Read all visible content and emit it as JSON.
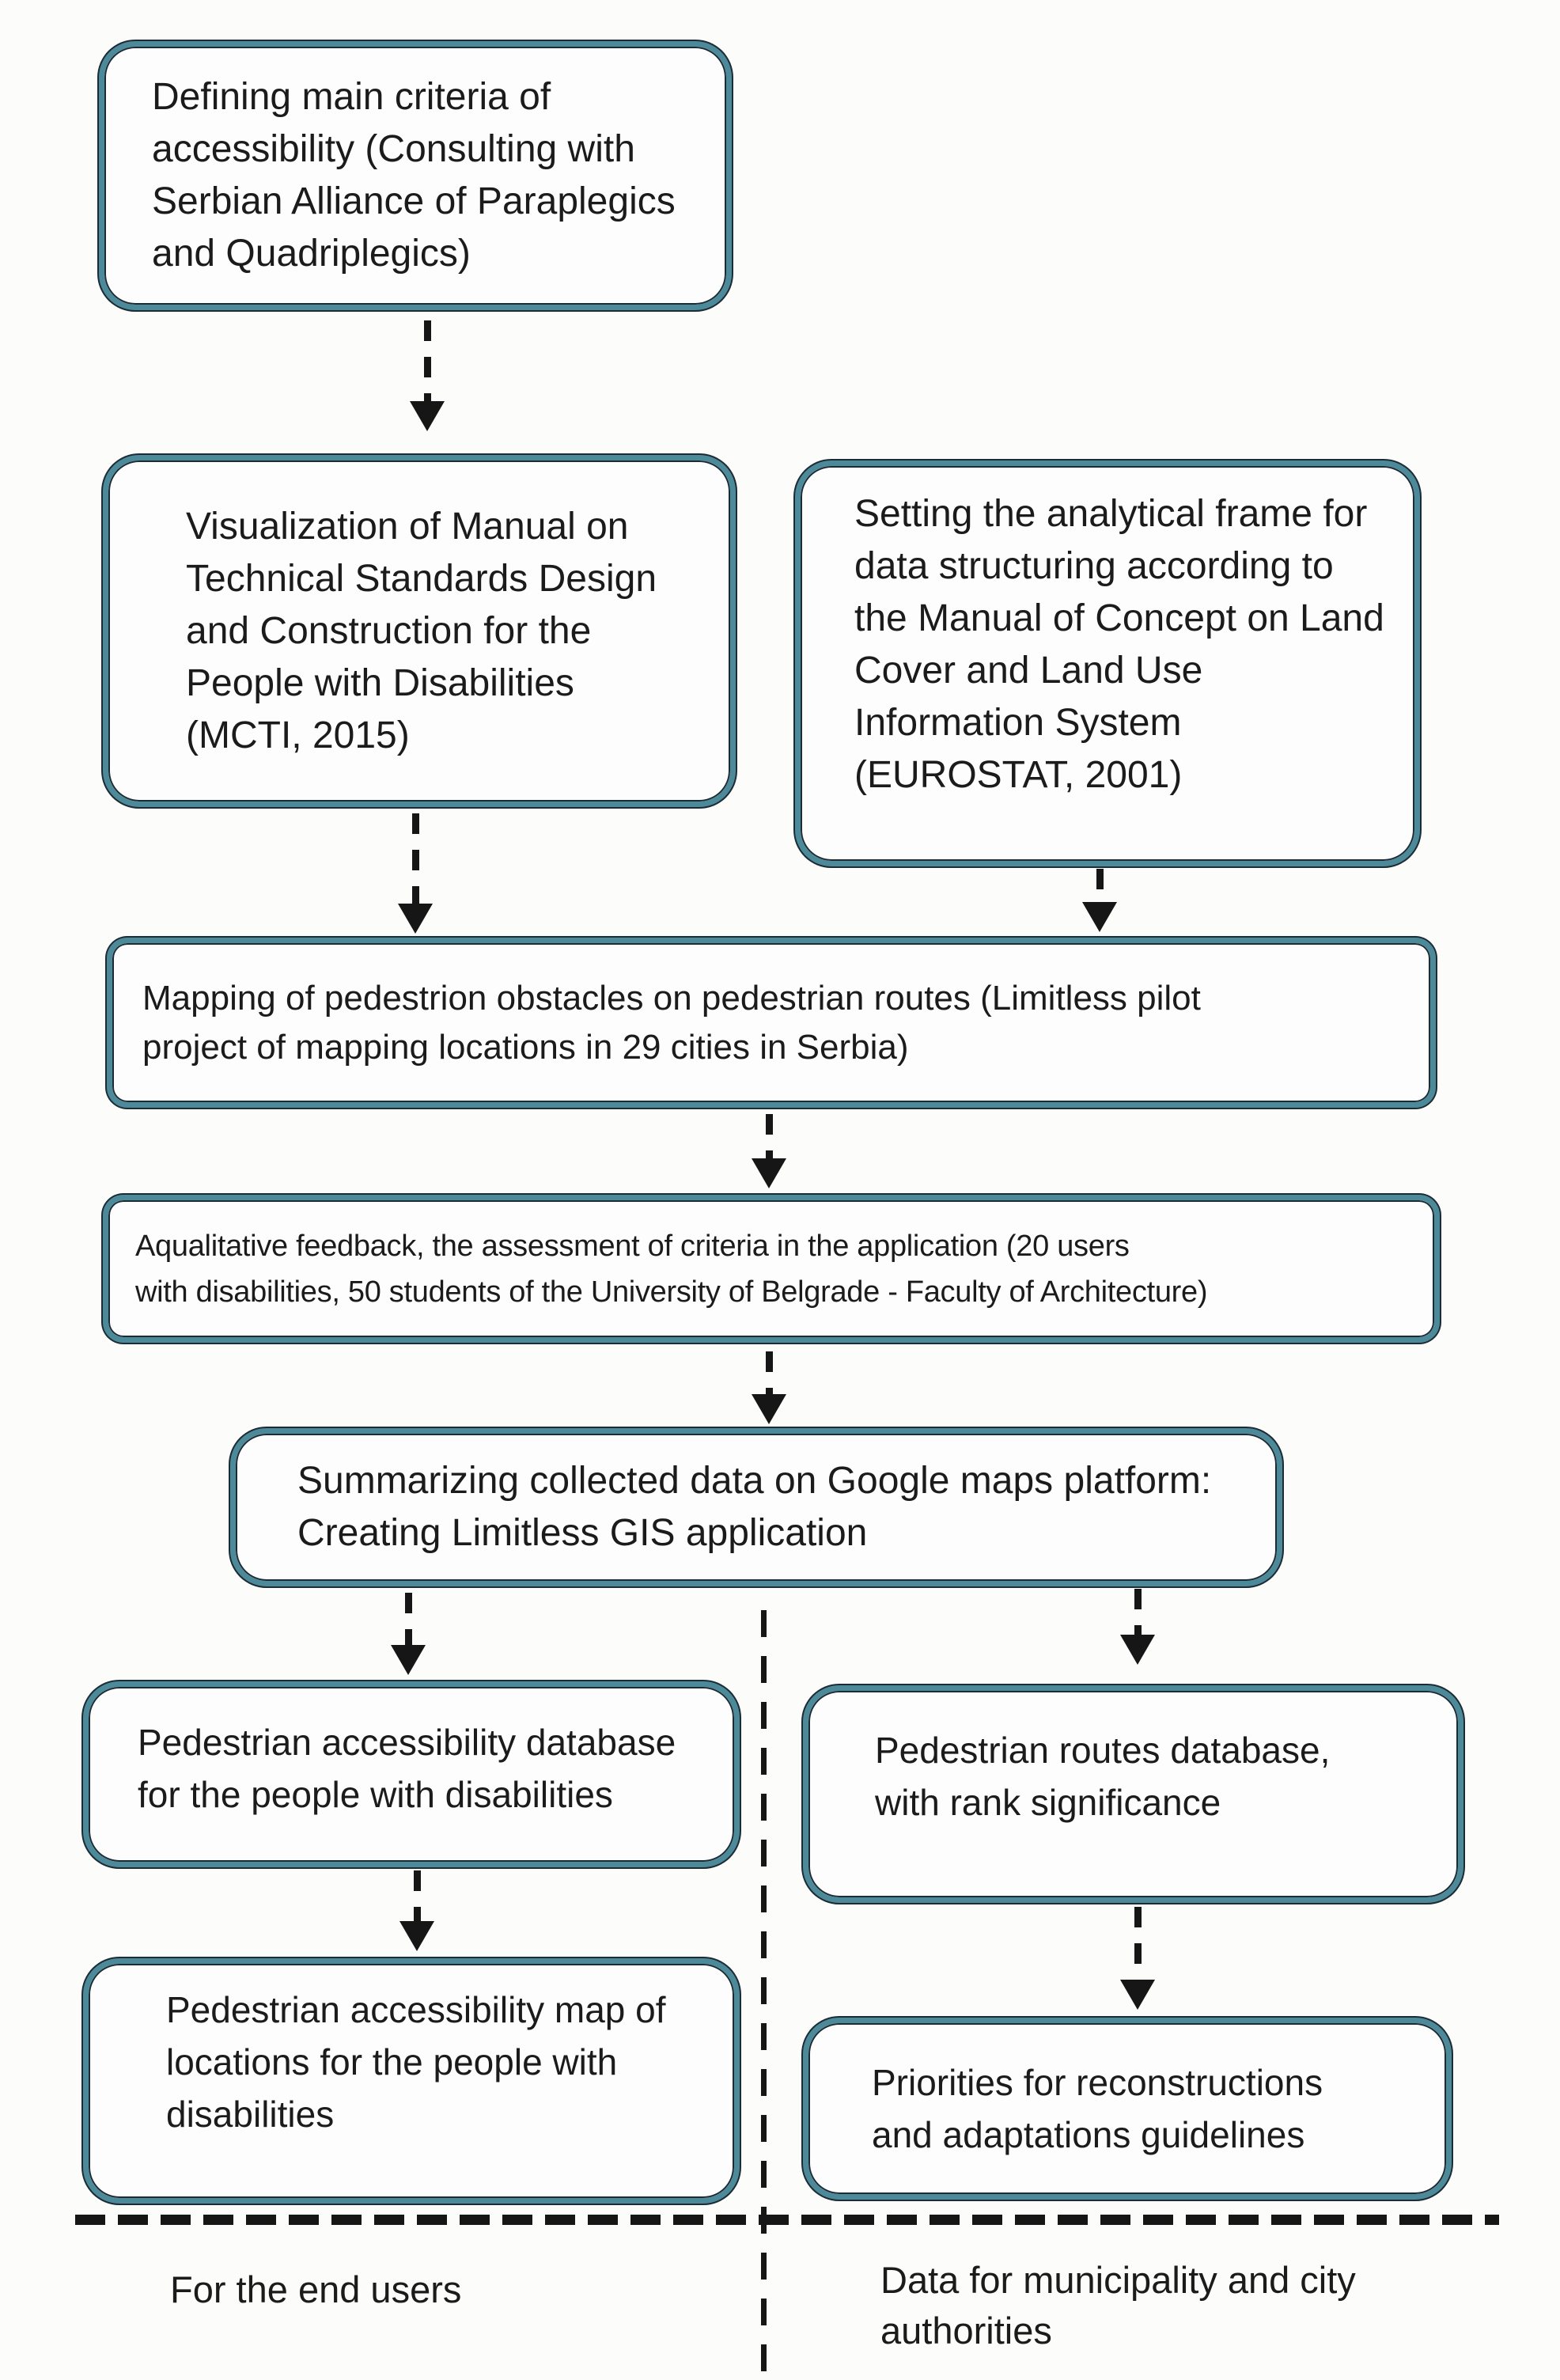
{
  "colors": {
    "box_border_teal": "#4d8a99",
    "box_edge_dark": "#1c2b35",
    "arrow_black": "#161616",
    "text": "#1b1b1b",
    "background": "#fcfcfb"
  },
  "diagram": {
    "type": "flowchart",
    "boxes": [
      {
        "id": "defining-criteria",
        "lines": [
          "Defining main criteria of",
          "accessibility (Consulting with",
          "Serbian Alliance of Paraplegics",
          "and Quadriplegics)"
        ]
      },
      {
        "id": "visualization-manual",
        "lines": [
          "Visualization of Manual on",
          "Technical Standards Design",
          "and Construction for the",
          "People with Disabilities",
          "(MCTI, 2015)"
        ]
      },
      {
        "id": "analytical-frame",
        "lines": [
          "Setting the analytical frame for",
          "data structuring according to",
          "the Manual of Concept on Land",
          "Cover and Land Use",
          "Information System",
          "(EUROSTAT, 2001)"
        ]
      },
      {
        "id": "mapping-obstacles",
        "lines": [
          "Mapping of pedestrion obstacles on pedestrian routes (Limitless pilot",
          "project of mapping locations in 29 cities in Serbia)"
        ]
      },
      {
        "id": "qualitative-feedback",
        "lines": [
          "Aqualitative feedback, the assessment of criteria in the application (20 users",
          "with disabilities, 50 students of the University of Belgrade - Faculty of Architecture)"
        ]
      },
      {
        "id": "summarizing-data",
        "lines": [
          "Summarizing collected data on Google maps platform:",
          "Creating Limitless GIS application"
        ]
      },
      {
        "id": "accessibility-database",
        "lines": [
          "Pedestrian accessibility database",
          "for the people with disabilities"
        ]
      },
      {
        "id": "routes-database",
        "lines": [
          "Pedestrian routes database,",
          "with rank significance"
        ]
      },
      {
        "id": "accessibility-map",
        "lines": [
          "Pedestrian accessibility map of",
          "locations for the people with",
          "disabilities"
        ]
      },
      {
        "id": "priorities-reconstructions",
        "lines": [
          "Priorities for reconstructions",
          "and adaptations guidelines"
        ]
      }
    ],
    "connections": [
      {
        "from": "defining-criteria",
        "to": "visualization-manual",
        "style": "dashed-arrow"
      },
      {
        "from": "visualization-manual",
        "to": "mapping-obstacles",
        "style": "dashed-arrow"
      },
      {
        "from": "analytical-frame",
        "to": "mapping-obstacles",
        "style": "dashed-arrow"
      },
      {
        "from": "mapping-obstacles",
        "to": "qualitative-feedback",
        "style": "dashed-arrow"
      },
      {
        "from": "qualitative-feedback",
        "to": "summarizing-data",
        "style": "dashed-arrow"
      },
      {
        "from": "summarizing-data",
        "to": "accessibility-database",
        "style": "dashed-arrow"
      },
      {
        "from": "summarizing-data",
        "to": "routes-database",
        "style": "dashed-arrow"
      },
      {
        "from": "accessibility-database",
        "to": "accessibility-map",
        "style": "dashed-arrow"
      },
      {
        "from": "routes-database",
        "to": "priorities-reconstructions",
        "style": "dashed-arrow"
      }
    ],
    "dividers": [
      {
        "id": "vertical-separator",
        "style": "dashed"
      },
      {
        "id": "horizontal-separator",
        "style": "bold-dashed"
      }
    ],
    "footer": {
      "left_label_lines": [
        "For the end users"
      ],
      "right_label_lines": [
        "Data for municipality and city",
        "authorities"
      ]
    }
  }
}
